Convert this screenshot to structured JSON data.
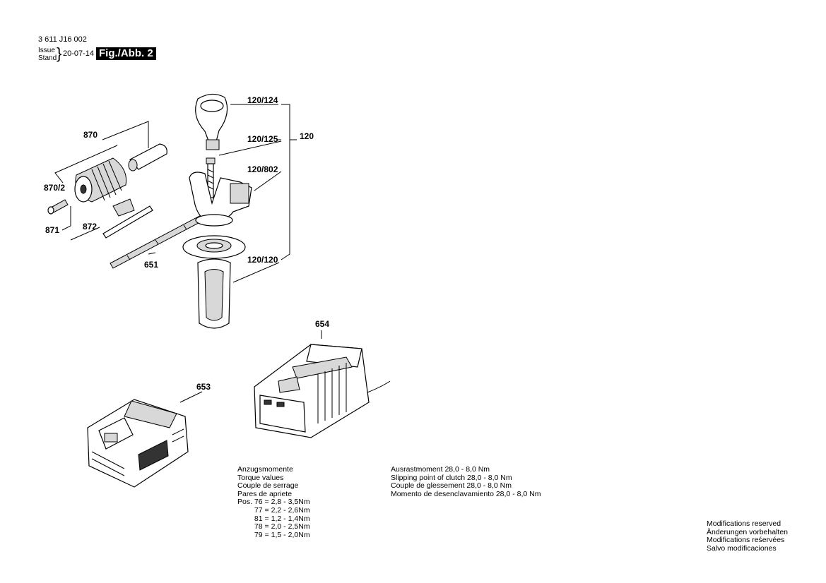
{
  "header": {
    "doc_number": "3 611 J16 002",
    "issue_label": "Issue",
    "stand_label": "Stand",
    "date": "20-07-14",
    "figure": "Fig./Abb. 2"
  },
  "parts": {
    "p870": "870",
    "p870_2": "870/2",
    "p871": "871",
    "p872": "872",
    "p651": "651",
    "p120_124": "120/124",
    "p120_125": "120/125",
    "p120": "120",
    "p120_802": "120/802",
    "p120_120": "120/120",
    "p654": "654",
    "p653": "653"
  },
  "torque": {
    "line1": "Anzugsmomente",
    "line2": "Torque values",
    "line3": "Couple de serrage",
    "line4": "Pares de apriete",
    "rows": [
      {
        "pos": "Pos. 76 =",
        "min": "2,8 -",
        "max": "3,5Nm"
      },
      {
        "pos": "77 =",
        "min": "2,2 -",
        "max": "2,6Nm"
      },
      {
        "pos": "81 =",
        "min": "1,2 -",
        "max": "1,4Nm"
      },
      {
        "pos": "78 =",
        "min": "2,0 -",
        "max": "2,5Nm"
      },
      {
        "pos": "79 =",
        "min": "1,5 -",
        "max": "2,0Nm"
      }
    ]
  },
  "clutch": {
    "line1": "Ausrastmoment  28,0 - 8,0 Nm",
    "line2": "Slipping point of clutch  28,0 - 8,0 Nm",
    "line3": "Couple de glessement  28,0 - 8,0 Nm",
    "line4": "Momento de desenclavamiento  28,0 - 8,0 Nm"
  },
  "modifications": {
    "line1": "Modifications reserved",
    "line2": "Änderungen vorbehalten",
    "line3": "Modifications reśervées",
    "line4": "Salvo modificaciones"
  }
}
